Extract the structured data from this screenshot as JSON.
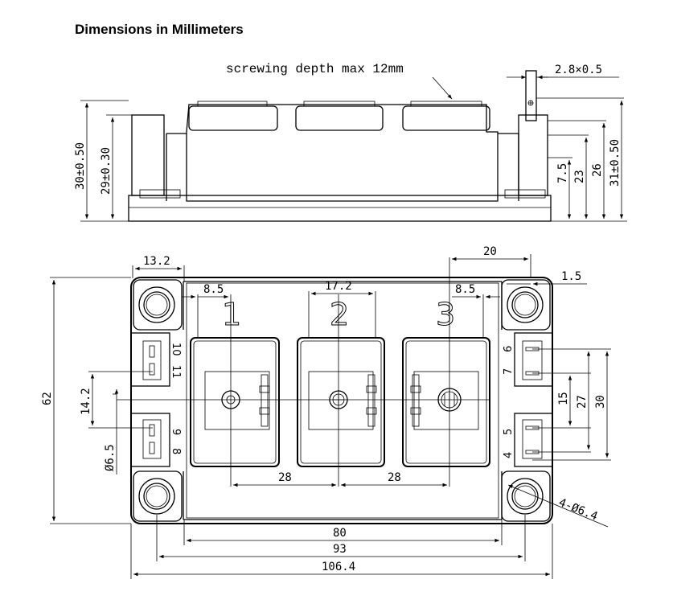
{
  "title": "Dimensions in Millimeters",
  "side_view": {
    "note": "screwing depth max 12mm",
    "dims": {
      "pin_size": "2.8×0.5",
      "h_30": "30±0.50",
      "h_29": "29±0.30",
      "h_7_5": "7.5",
      "h_23": "23",
      "h_26": "26",
      "h_31": "31±0.50"
    }
  },
  "top_view": {
    "dims": {
      "d_13_2": "13.2",
      "d_8_5_left": "8.5",
      "d_17_2": "17.2",
      "d_8_5_right": "8.5",
      "d_20": "20",
      "d_1_5": "1.5",
      "d_62": "62",
      "d_14_2": "14.2",
      "d_6_5": "Ø6.5",
      "d_15": "15",
      "d_27": "27",
      "d_30": "30",
      "d_28_left": "28",
      "d_28_right": "28",
      "d_4_hole": "4-Ø6.4",
      "d_80": "80",
      "d_93": "93",
      "d_106_4": "106.4"
    },
    "terminals": [
      "1",
      "2",
      "3"
    ],
    "pins": {
      "p10": "10",
      "p11": "11",
      "p9": "9",
      "p8": "8",
      "p6": "6",
      "p7": "7",
      "p5": "5",
      "p4": "4"
    }
  }
}
